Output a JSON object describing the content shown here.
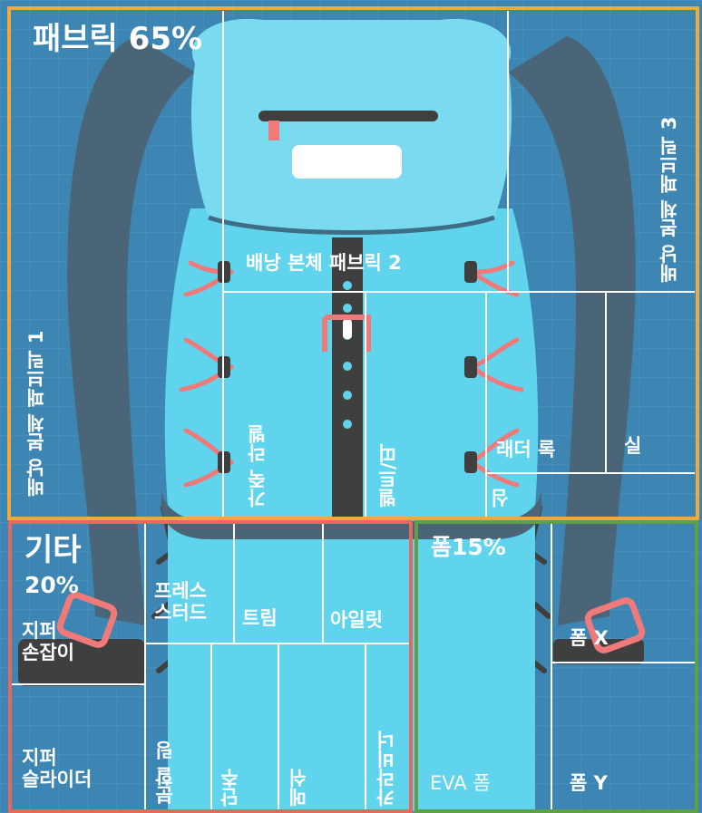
{
  "colors": {
    "background": "#3d86b3",
    "bag_light": "#5fd4ec",
    "bag_mid": "#4bbfda",
    "strap_dark": "#4a6577",
    "zipper_dark": "#3f3f3f",
    "accent_red": "#f07a7a",
    "fabric_border": "#f0a93a",
    "other_border": "#e9675c",
    "foam_border": "#5f9f4a",
    "divider": "#ffffff"
  },
  "groups": {
    "fabric": {
      "label": "패브릭 65%"
    },
    "other": {
      "label": "기타",
      "pct": "20%"
    },
    "foam": {
      "label": "폼15%"
    }
  },
  "cells": {
    "body_fabric_1": "배낭 본체 패브릭 1",
    "body_fabric_2": "배낭 본체 패브릭 2",
    "body_fabric_3": "배낭 본체 패브릭 3",
    "leather_label": "가죽 라벨",
    "belt_strap": "벨트/띠",
    "ladder_lock": "래더 록",
    "thread": "실",
    "core": "심",
    "zipper_pull": "지퍼\n손잡이",
    "zipper_slider": "지퍼\n슬라이더",
    "press_stud": "프레스\n스터드",
    "trim": "트림",
    "eyelet": "아일릿",
    "split_ring": "분할 링",
    "button": "단추",
    "mesh": "메쉬",
    "carabiner": "카라비너",
    "foam_x": "폼 X",
    "eva_foam": "EVA 폼",
    "foam_y": "폼 Y"
  }
}
